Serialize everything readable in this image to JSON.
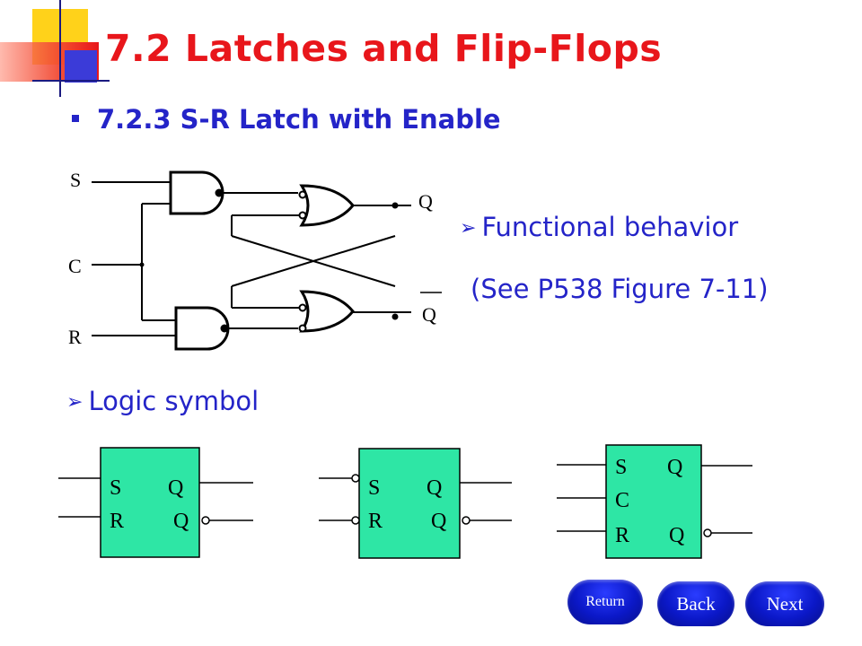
{
  "slide": {
    "title": "7.2 Latches and Flip-Flops",
    "section": "7.2.3  S-R Latch with Enable",
    "bullets": {
      "functional": "Functional behavior",
      "reference": "(See P538 Figure 7-11)",
      "logic_symbol": "Logic symbol"
    }
  },
  "circuit": {
    "inputs": {
      "s": "S",
      "c": "C",
      "r": "R"
    },
    "outputs": {
      "q": "Q",
      "q_bar": "Q"
    }
  },
  "symbols": [
    {
      "s": "S",
      "q": "Q",
      "r": "R",
      "qn": "Q"
    },
    {
      "s": "S",
      "q": "Q",
      "r": "R",
      "qn": "Q"
    },
    {
      "s": "S",
      "q": "Q",
      "c": "C",
      "r": "R",
      "qn": "Q"
    }
  ],
  "colors": {
    "title": "#e8161b",
    "text": "#2424c8",
    "symbol_fill": "#2ee6a5",
    "nav_button": "#0b18c8"
  },
  "nav": {
    "return": "Return",
    "back": "Back",
    "next": "Next"
  }
}
